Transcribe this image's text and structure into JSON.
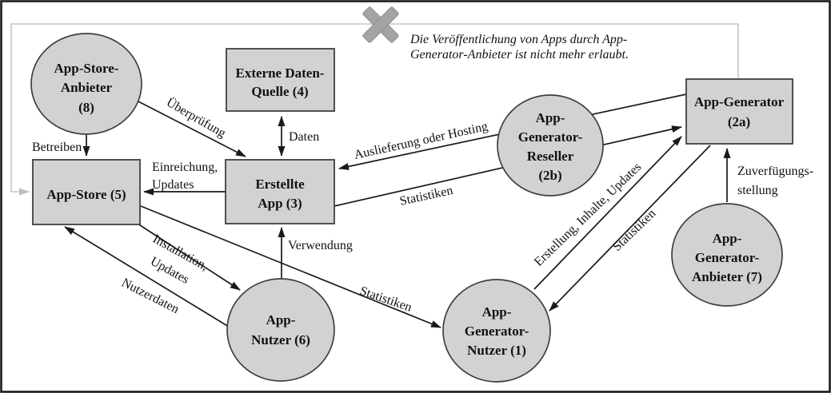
{
  "figure": {
    "type": "ecosystem-diagram",
    "annotation": {
      "line1": "Die Veröffentlichung von Apps durch App-",
      "line2": "Generator-Anbieter ist nicht mehr erlaubt."
    },
    "nodes": {
      "app_store_anbieter": {
        "shape": "circle",
        "lines": [
          "App-Store-",
          "Anbieter",
          "(8)"
        ]
      },
      "externe_daten_quelle": {
        "shape": "rect",
        "lines": [
          "Externe Daten-",
          "Quelle (4)"
        ]
      },
      "app_generator_reseller": {
        "shape": "circle",
        "lines": [
          "App-",
          "Generator-",
          "Reseller",
          "(2b)"
        ]
      },
      "app_generator": {
        "shape": "rect",
        "lines": [
          "App-Generator",
          "(2a)"
        ]
      },
      "app_store": {
        "shape": "rect",
        "lines": [
          "App-Store (5)"
        ]
      },
      "erstellte_app": {
        "shape": "rect",
        "lines": [
          "Erstellte",
          "App (3)"
        ]
      },
      "app_nutzer": {
        "shape": "circle",
        "lines": [
          "App-",
          "Nutzer (6)"
        ]
      },
      "app_generator_nutzer": {
        "shape": "circle",
        "lines": [
          "App-",
          "Generator-",
          "Nutzer (1)"
        ]
      },
      "app_generator_anbieter": {
        "shape": "circle",
        "lines": [
          "App-",
          "Generator-",
          "Anbieter (7)"
        ]
      }
    },
    "edge_labels": {
      "ueberpruefung": "Überprüfung",
      "betreiben": "Betreiben",
      "daten": "Daten",
      "einreichung_1": "Einreichung,",
      "einreichung_2": "Updates",
      "auslieferung": "Auslieferung oder Hosting",
      "statistiken_zu_generator": "Statistiken",
      "installation_1": "Installation,",
      "installation_2": "Updates",
      "nutzerdaten": "Nutzerdaten",
      "verwendung": "Verwendung",
      "statistiken_zu_nutzer1": "Statistiken",
      "erstellung": "Erstellung, Inhalte, Updates",
      "statistiken_von_generator": "Statistiken",
      "zuverfuegung_1": "Zuverfügungs-",
      "zuverfuegung_2": "stellung"
    },
    "colors": {
      "background": "#ffffff",
      "border": "#1a1a1a",
      "node_fill": "#d2d2d2",
      "node_stroke": "#3f3f3f",
      "reseller_fill": "#a7a7a7",
      "edge": "#1a1a1a",
      "forbidden_path": "#c5c5c5",
      "cross": "#a4a4a4",
      "text": "#111111"
    }
  }
}
